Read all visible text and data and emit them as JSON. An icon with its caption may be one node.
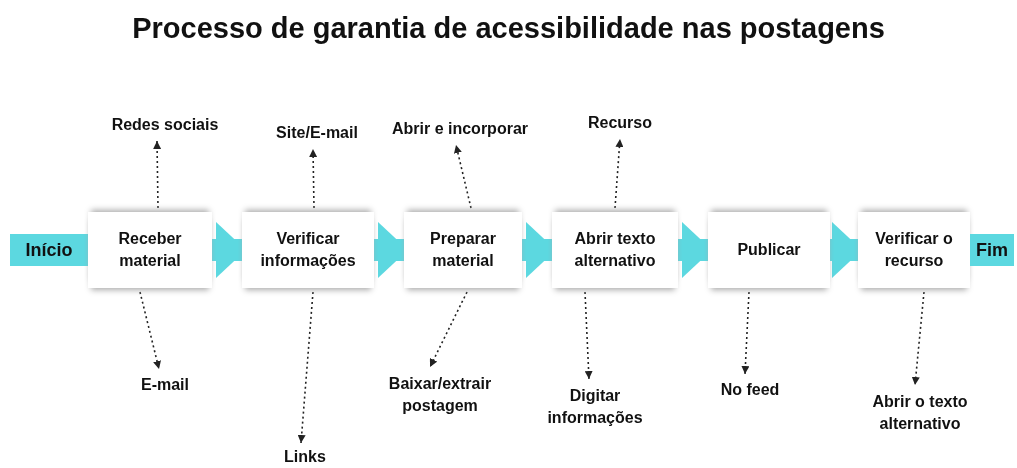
{
  "diagram": {
    "title": "Processo de garantia de acessibilidade nas postagens",
    "nodes": [
      {
        "text": [
          "Início"
        ]
      },
      {
        "text": [
          "Receber material"
        ]
      },
      {
        "text": [
          "Verificar informações"
        ]
      },
      {
        "text": [
          "Preparar material"
        ]
      },
      {
        "text": [
          "Abrir texto alternativo"
        ]
      },
      {
        "text": [
          "Publicar"
        ]
      },
      {
        "text": [
          "Verificar o recurso"
        ]
      },
      {
        "text": [
          "Fim"
        ]
      },
      {
        "text": [
          "Redes sociais"
        ]
      },
      {
        "text": [
          "Site/E-mail"
        ]
      },
      {
        "text": [
          "Abrir e incorporar"
        ]
      },
      {
        "text": [
          "Recurso"
        ]
      },
      {
        "text": [
          "E-mail"
        ]
      },
      {
        "text": [
          "Links"
        ]
      },
      {
        "text": [
          "Baixar/extrair postagem"
        ]
      },
      {
        "text": [
          "Digitar informações"
        ]
      },
      {
        "text": [
          "No feed"
        ]
      },
      {
        "text": [
          "Abrir o texto alternativo"
        ]
      }
    ],
    "edges": [
      {
        "from": 1,
        "to": 2,
        "arrow": "to",
        "style": "thick",
        "color": "#5cd8e0"
      },
      {
        "from": 2,
        "to": 3,
        "arrow": "to",
        "style": "thick",
        "color": "#5cd8e0"
      },
      {
        "from": 3,
        "to": 4,
        "arrow": "to",
        "style": "thick",
        "color": "#5cd8e0"
      },
      {
        "from": 4,
        "to": 5,
        "arrow": "to",
        "style": "thick",
        "color": "#5cd8e0"
      },
      {
        "from": 5,
        "to": 6,
        "arrow": "to",
        "style": "thick",
        "color": "#5cd8e0"
      },
      {
        "from": 1,
        "to": 8,
        "arrow": "to",
        "style": "dashed"
      },
      {
        "from": 2,
        "to": 9,
        "arrow": "to",
        "style": "dashed"
      },
      {
        "from": 3,
        "to": 10,
        "arrow": "to",
        "style": "dashed"
      },
      {
        "from": 4,
        "to": 11,
        "arrow": "to",
        "style": "dashed"
      },
      {
        "from": 1,
        "to": 12,
        "arrow": "to",
        "style": "dashed"
      },
      {
        "from": 2,
        "to": 13,
        "arrow": "to",
        "style": "dashed"
      },
      {
        "from": 3,
        "to": 14,
        "arrow": "to",
        "style": "dashed"
      },
      {
        "from": 4,
        "to": 15,
        "arrow": "to",
        "style": "dashed"
      },
      {
        "from": 5,
        "to": 16,
        "arrow": "to",
        "style": "dashed"
      },
      {
        "from": 6,
        "to": 17,
        "arrow": "to",
        "style": "dashed"
      }
    ]
  }
}
